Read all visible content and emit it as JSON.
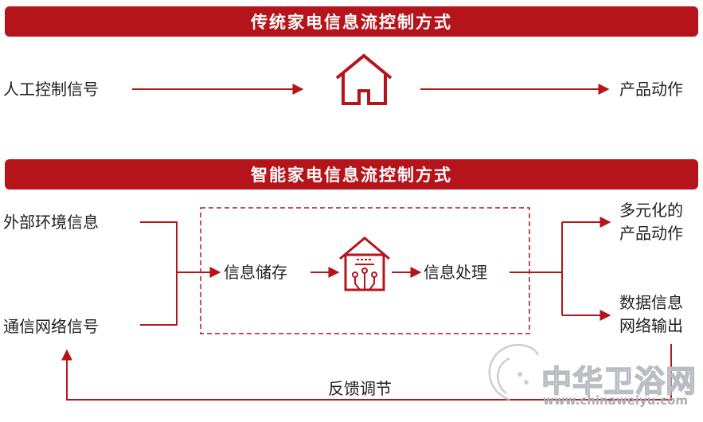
{
  "colors": {
    "accent": "#b5141b",
    "text": "#222222",
    "watermark": "#9aa0a6"
  },
  "traditional": {
    "title": "传统家电信息流控制方式",
    "input": "人工控制信号",
    "output": "产品动作"
  },
  "smart": {
    "title": "智能家电信息流控制方式",
    "input_1": "外部环境信息",
    "input_2": "通信网络信号",
    "storage": "信息储存",
    "processing": "信息处理",
    "output_1_line1": "多元化的",
    "output_1_line2": "产品动作",
    "output_2_line1": "数据信息",
    "output_2_line2": "网络输出",
    "feedback": "反馈调节"
  },
  "icons": {
    "traditional": "house-icon",
    "smart": "smart-house-icon"
  },
  "watermark": {
    "brand": "中华卫浴网",
    "url": "www.chinaweiyu.com"
  }
}
